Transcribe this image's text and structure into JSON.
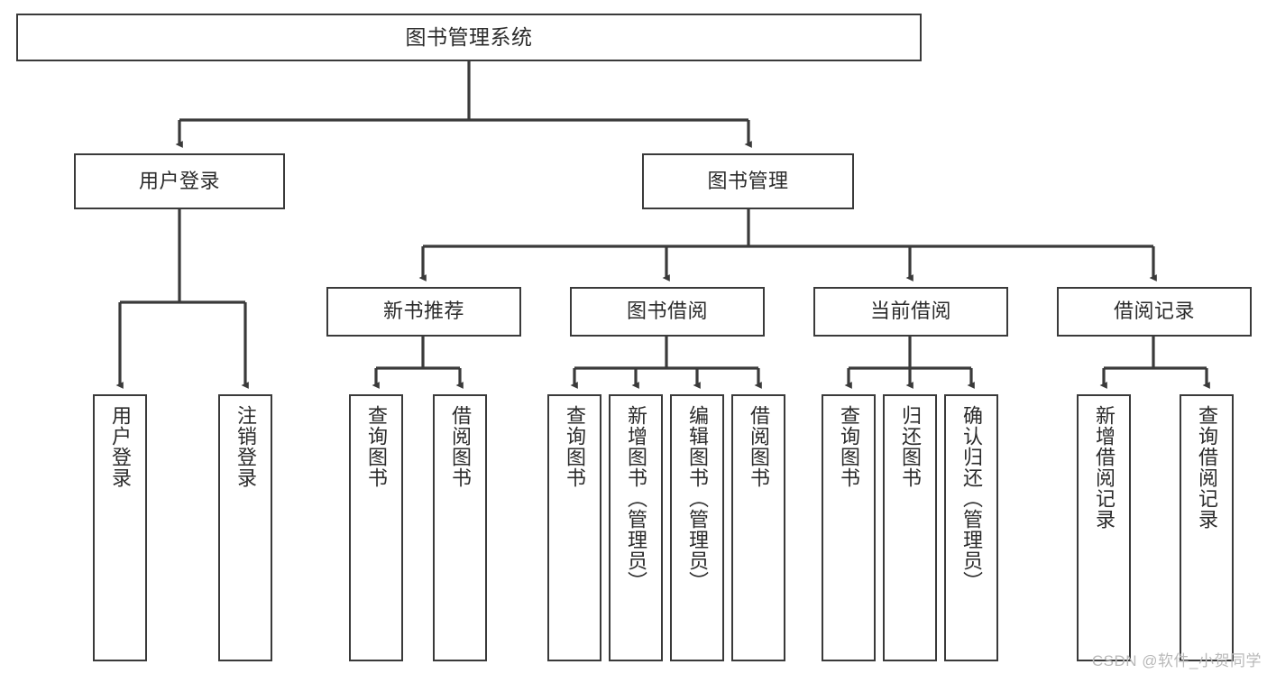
{
  "diagram": {
    "title": "图书管理系统",
    "type": "tree-hierarchy-chart",
    "watermark": "CSDN @软件_小贺同学",
    "colors": {
      "box_border": "#3a3a3a",
      "box_fill": "#ffffff",
      "edge": "#3a3a3a",
      "text": "#2b2b2b",
      "watermark": "#b9b9b9",
      "background": "#ffffff"
    },
    "nodes": {
      "root": {
        "label": "图书管理系统",
        "orientation": "horizontal"
      },
      "level1": [
        {
          "id": "user-login",
          "label": "用户登录",
          "orientation": "horizontal"
        },
        {
          "id": "book-manage",
          "label": "图书管理",
          "orientation": "horizontal"
        }
      ],
      "level2": [
        {
          "id": "new-book-recommend",
          "label": "新书推荐",
          "orientation": "horizontal"
        },
        {
          "id": "book-borrow",
          "label": "图书借阅",
          "orientation": "horizontal"
        },
        {
          "id": "current-borrow",
          "label": "当前借阅",
          "orientation": "horizontal"
        },
        {
          "id": "borrow-record",
          "label": "借阅记录",
          "orientation": "horizontal"
        }
      ],
      "leaves": {
        "user-login": [
          {
            "id": "leaf-user-login",
            "label": "用户登录",
            "orientation": "vertical"
          },
          {
            "id": "leaf-user-logout",
            "label": "注销登录",
            "orientation": "vertical"
          }
        ],
        "new-book-recommend": [
          {
            "id": "leaf-query-book-1",
            "label": "查询图书",
            "orientation": "vertical"
          },
          {
            "id": "leaf-borrow-book-1",
            "label": "借阅图书",
            "orientation": "vertical"
          }
        ],
        "book-borrow": [
          {
            "id": "leaf-query-book-2",
            "label": "查询图书",
            "orientation": "vertical"
          },
          {
            "id": "leaf-add-book",
            "label": "新增图书（管理员）",
            "orientation": "vertical"
          },
          {
            "id": "leaf-edit-book",
            "label": "编辑图书（管理员）",
            "orientation": "vertical"
          },
          {
            "id": "leaf-borrow-book-2",
            "label": "借阅图书",
            "orientation": "vertical"
          }
        ],
        "current-borrow": [
          {
            "id": "leaf-query-book-3",
            "label": "查询图书",
            "orientation": "vertical"
          },
          {
            "id": "leaf-return-book",
            "label": "归还图书",
            "orientation": "vertical"
          },
          {
            "id": "leaf-confirm-return",
            "label": "确认归还（管理员）",
            "orientation": "vertical"
          }
        ],
        "borrow-record": [
          {
            "id": "leaf-add-record",
            "label": "新增借阅记录",
            "orientation": "vertical"
          },
          {
            "id": "leaf-query-record",
            "label": "查询借阅记录",
            "orientation": "vertical"
          }
        ]
      }
    }
  }
}
